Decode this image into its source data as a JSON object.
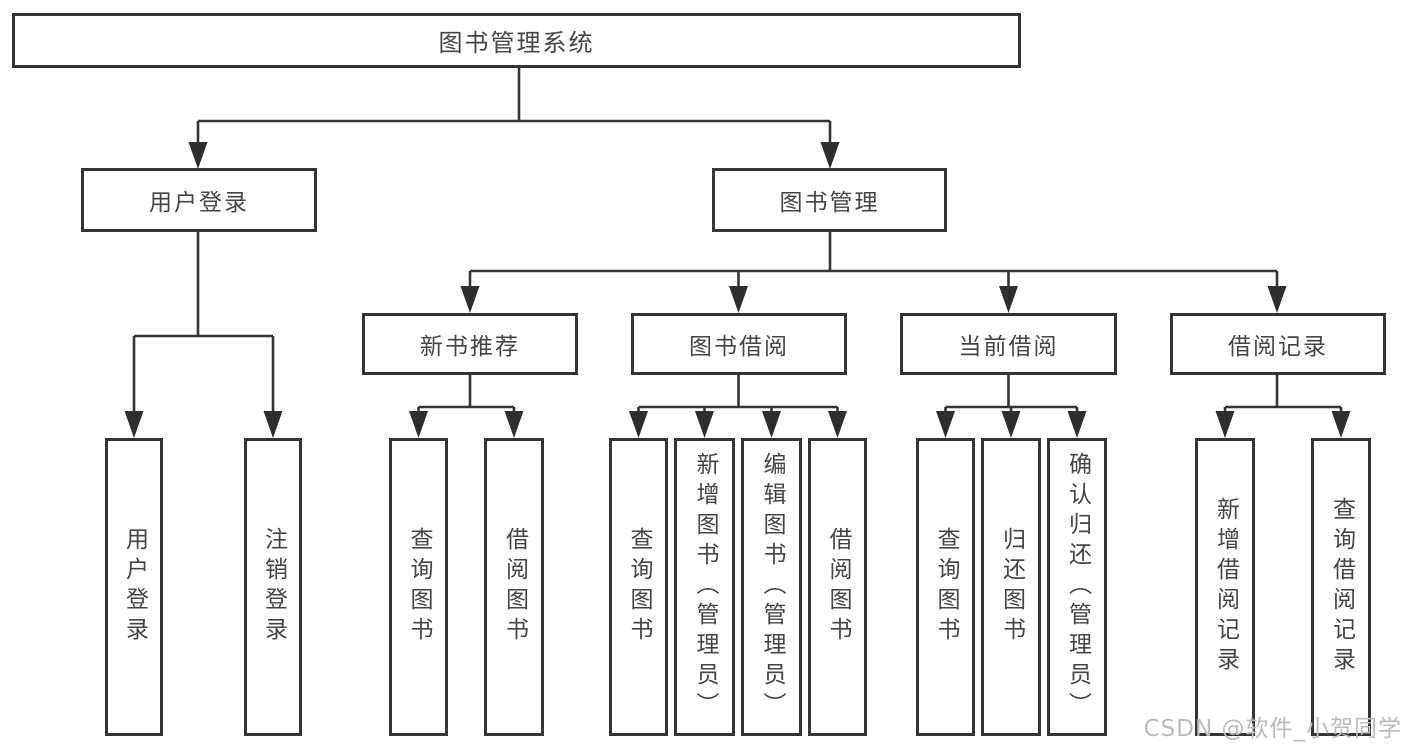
{
  "diagram": {
    "type": "hierarchy-chart",
    "title": "图书管理系统",
    "colors": {
      "background": "#ffffff",
      "line": "#343434",
      "box_border": "#343434",
      "box_fill": "#ffffff",
      "text": "#454545",
      "watermark": "#bcbcbc"
    }
  },
  "nodes": {
    "root": "图书管理系统",
    "user_login": "用户登录",
    "book_mgmt": "图书管理",
    "new_book_rec": "新书推荐",
    "book_borrow": "图书借阅",
    "current_borrow": "当前借阅",
    "borrow_records": "借阅记录",
    "user_login_leaf": "用户登录",
    "logout_leaf": "注销登录",
    "query_book_newrec": "查询图书",
    "borrow_book_newrec": "借阅图书",
    "query_book_borrow": "查询图书",
    "add_book_admin": "新增图书（管理员）",
    "edit_book_admin": "编辑图书（管理员）",
    "borrow_book_borrow": "借阅图书",
    "query_book_current": "查询图书",
    "return_book": "归还图书",
    "confirm_return_admin": "确认归还（管理员）",
    "add_borrow_record": "新增借阅记录",
    "query_borrow_record": "查询借阅记录"
  },
  "hierarchy": {
    "图书管理系统": {
      "用户登录": [
        "用户登录",
        "注销登录"
      ],
      "图书管理": {
        "新书推荐": [
          "查询图书",
          "借阅图书"
        ],
        "图书借阅": [
          "查询图书",
          "新增图书（管理员）",
          "编辑图书（管理员）",
          "借阅图书"
        ],
        "当前借阅": [
          "查询图书",
          "归还图书",
          "确认归还（管理员）"
        ],
        "借阅记录": [
          "新增借阅记录",
          "查询借阅记录"
        ]
      }
    }
  },
  "watermark": "CSDN @软件_小贺同学"
}
